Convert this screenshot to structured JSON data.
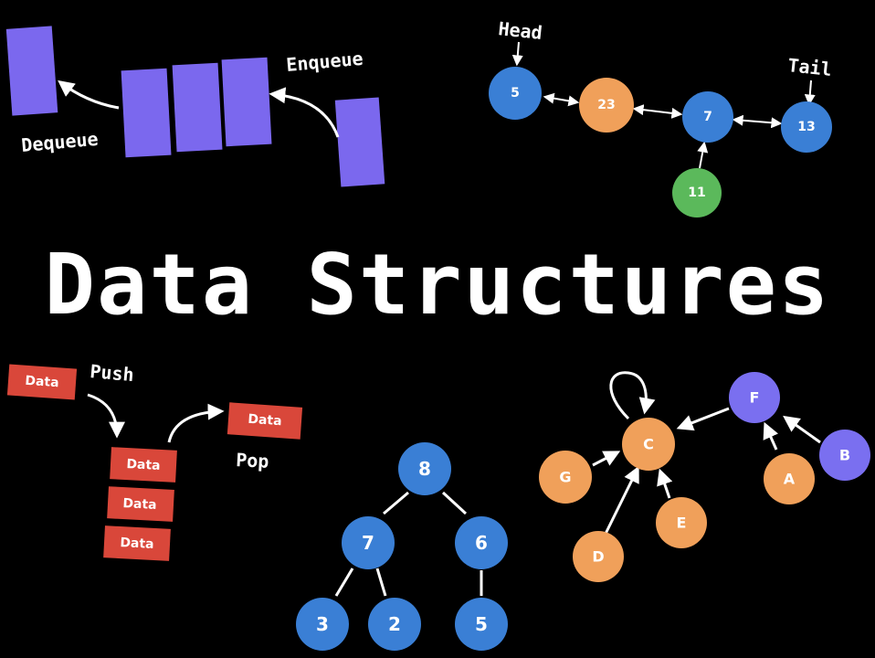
{
  "title": "Data Structures",
  "colors": {
    "background": "#000000",
    "queue": "#7b68ee",
    "stack": "#d9473a",
    "blue_node": "#3a7fd5",
    "orange_node": "#f0a05a",
    "green_node": "#5bb95b",
    "purple_node": "#7a6ff0",
    "text": "#ffffff"
  },
  "queue": {
    "dequeue_label": "Dequeue",
    "enqueue_label": "Enqueue"
  },
  "linked_list": {
    "head_label": "Head",
    "tail_label": "Tail",
    "nodes": [
      "5",
      "23",
      "7",
      "13",
      "11"
    ]
  },
  "stack": {
    "push_label": "Push",
    "pop_label": "Pop",
    "items": [
      "Data",
      "Data",
      "Data",
      "Data",
      "Data"
    ]
  },
  "tree": {
    "nodes": [
      "8",
      "7",
      "6",
      "3",
      "2",
      "5"
    ]
  },
  "graph": {
    "nodes": [
      "C",
      "F",
      "G",
      "B",
      "A",
      "E",
      "D"
    ]
  }
}
